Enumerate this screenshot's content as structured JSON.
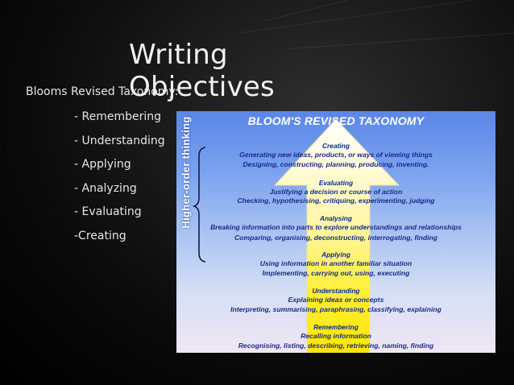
{
  "slide": {
    "title": "Writing Objectives",
    "subtitle": "Blooms Revised Taxonomy:",
    "bullets": [
      "- Remembering",
      "- Understanding",
      "- Applying",
      "- Analyzing",
      "- Evaluating",
      "-Creating"
    ]
  },
  "diagram": {
    "title": "BLOOM'S REVISED TAXONOMY",
    "side_label": "Higher-order thinking",
    "levels": [
      {
        "name": "Creating",
        "line1": "Generating new ideas, products, or ways of viewing things",
        "line2": "Designing, constructing, planning, producing, inventing."
      },
      {
        "name": "Evaluating",
        "line1": "Justifying a decision or course of action",
        "line2": "Checking, hypothesising, critiquing, experimenting, judging"
      },
      {
        "name": "Analysing",
        "line1": "Breaking information into parts to explore understandings and relationships",
        "line2": "Comparing, organising, deconstructing, interrogating, finding"
      },
      {
        "name": "Applying",
        "line1": "Using information in another familiar situation",
        "line2": "Implementing, carrying out, using, executing"
      },
      {
        "name": "Understanding",
        "line1": "Explaining ideas or concepts",
        "line2": "Interpreting, summarising, paraphrasing, classifying, explaining"
      },
      {
        "name": "Remembering",
        "line1": "Recalling information",
        "line2": "Recognising, listing, describing, retrieving, naming, finding"
      }
    ],
    "colors": {
      "arrow_top": "#ffffff",
      "arrow_bottom": "#ffee00",
      "heading_text": "#0a2a9a"
    }
  }
}
